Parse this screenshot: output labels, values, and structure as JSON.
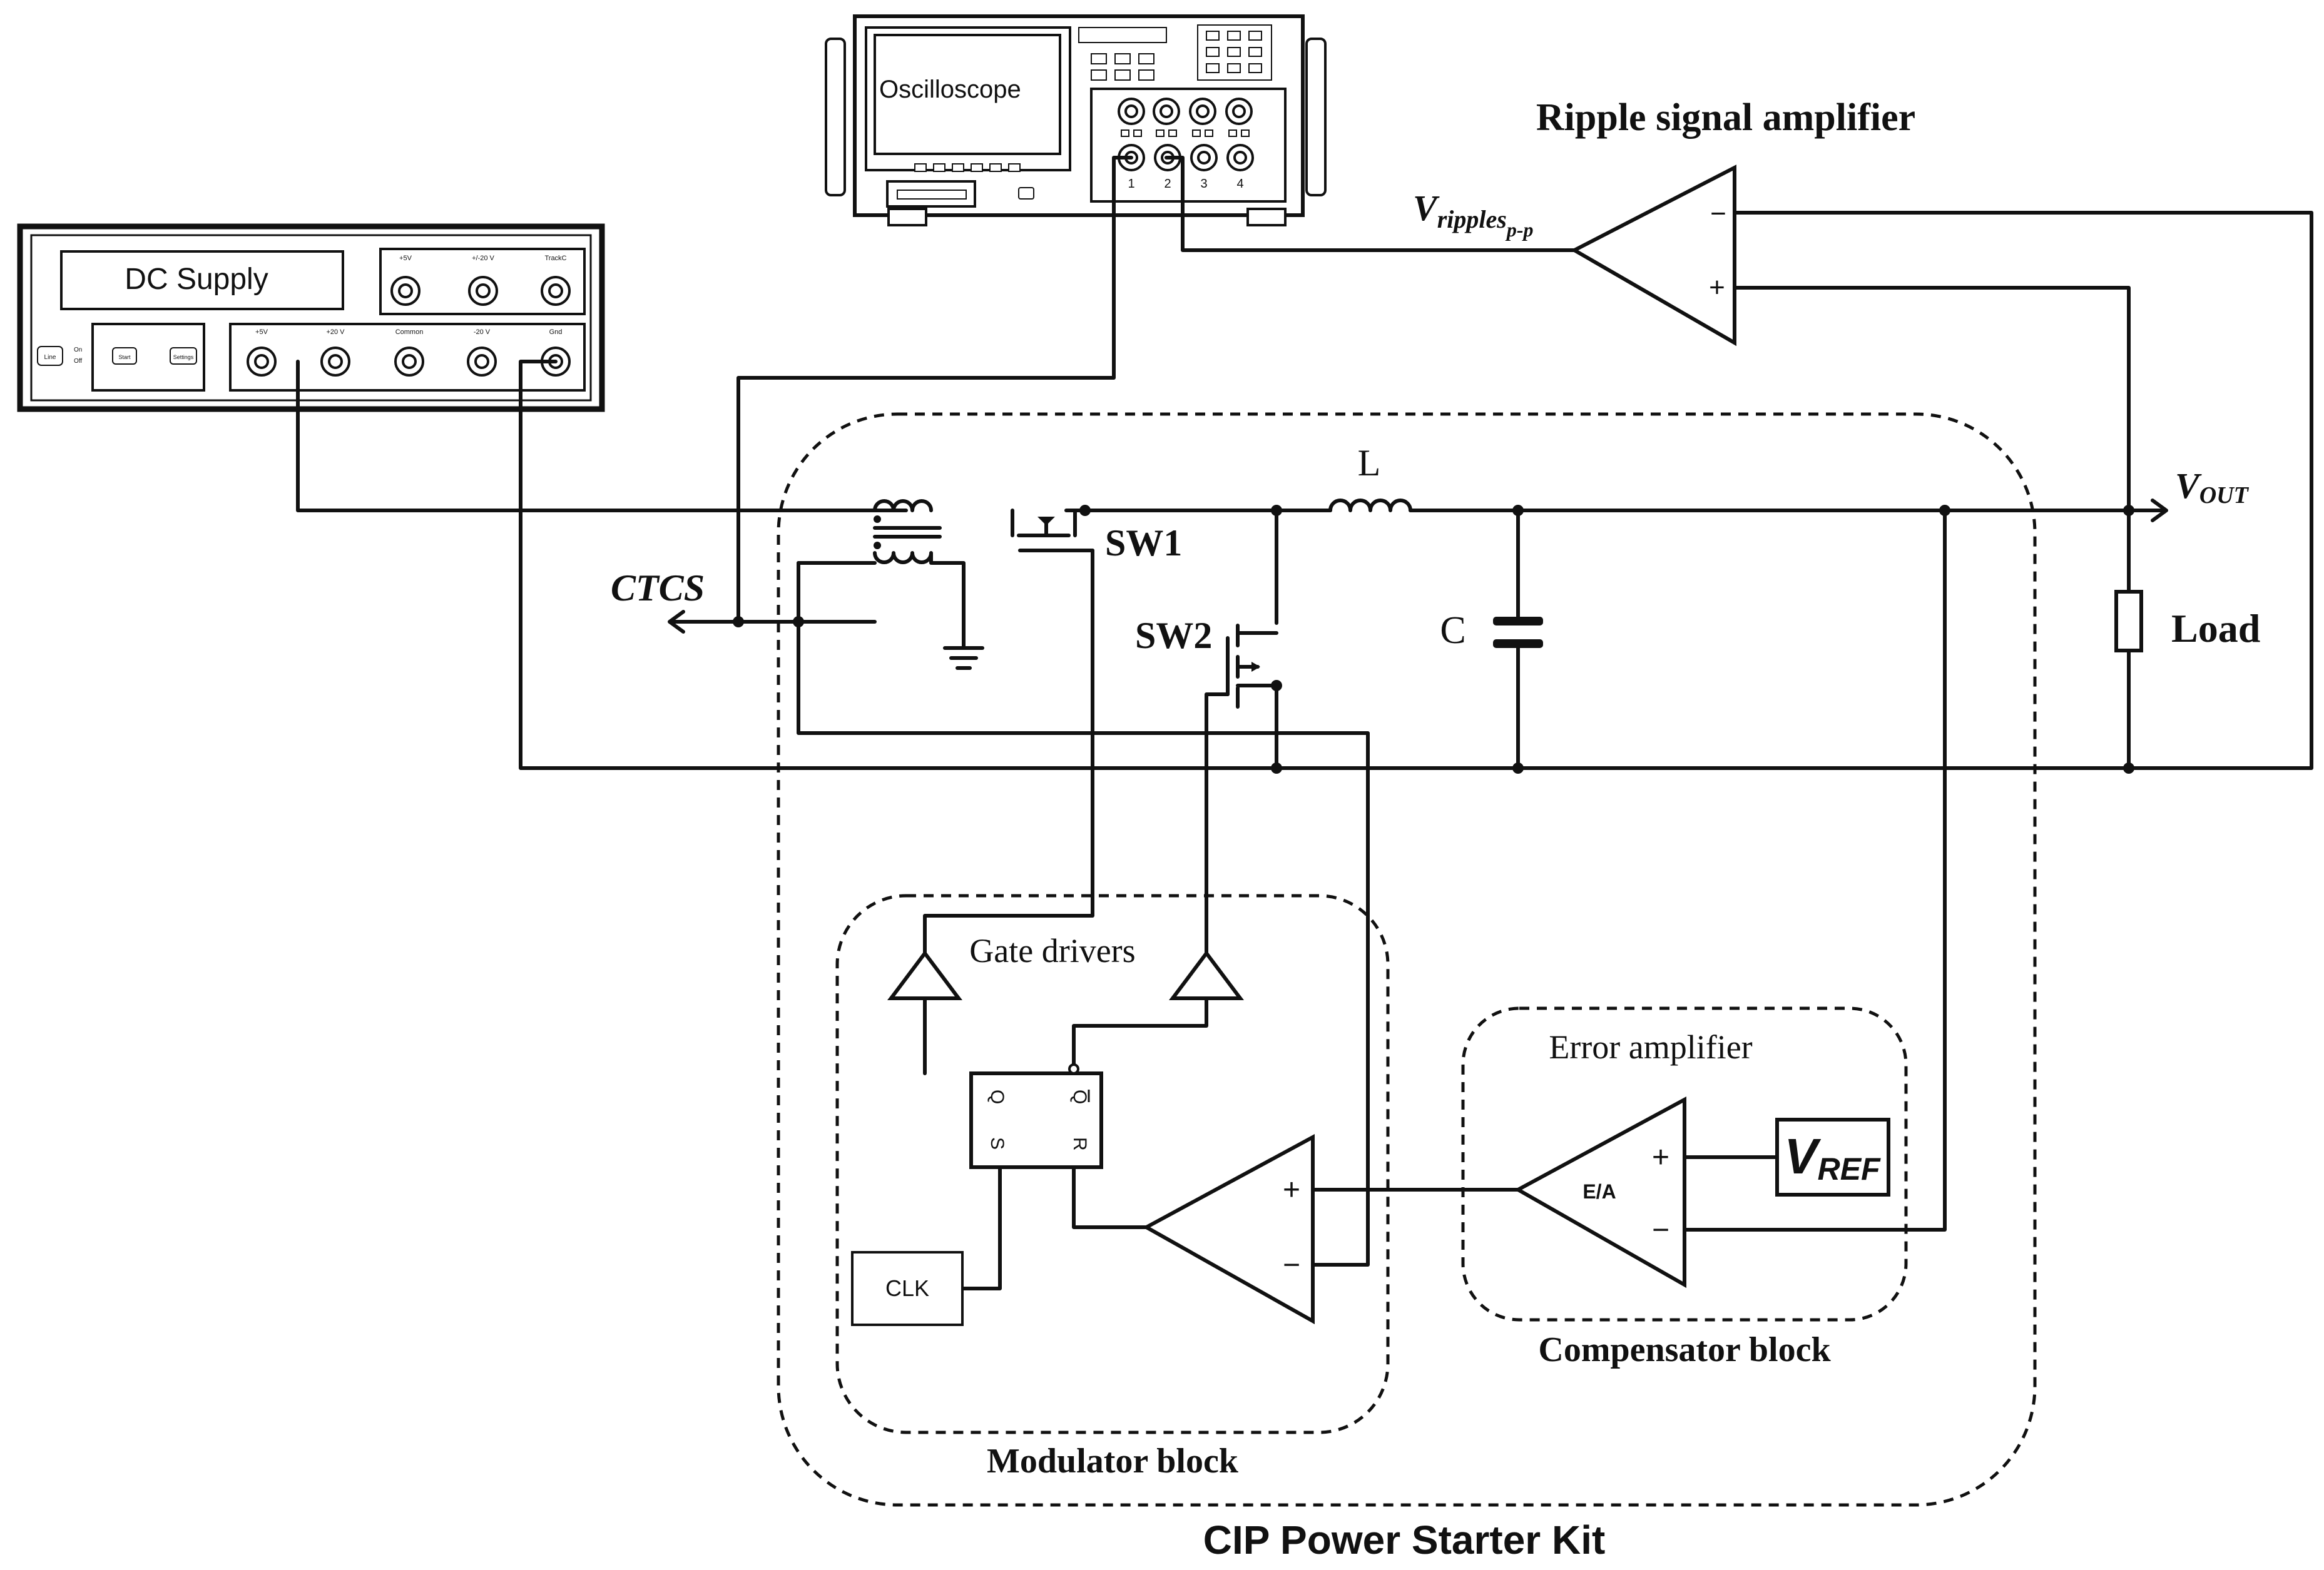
{
  "title": "CIP Power Starter Kit",
  "instruments": {
    "dc_supply": {
      "label": "DC Supply",
      "top_jacks": [
        "+5V",
        "+/-20 V",
        "TrackC"
      ],
      "bottom_jacks": [
        "+5V",
        "+20 V",
        "Common",
        "-20 V",
        "Gnd"
      ],
      "switch_label": "Line",
      "on_label": "On",
      "off_label": "Off",
      "btn1": "Start",
      "btn2": "Settings"
    },
    "oscilloscope": {
      "label": "Oscilloscope",
      "channels": [
        "1",
        "2",
        "3",
        "4"
      ]
    }
  },
  "blocks": {
    "ripple_amplifier": "Ripple signal amplifier",
    "gate_drivers": "Gate drivers",
    "error_amplifier": "Error amplifier",
    "modulator": "Modulator block",
    "compensator": "Compensator block"
  },
  "signals": {
    "v_ripple_main": "V",
    "v_ripple_sub": "ripples",
    "v_ripple_subsub": "p-p",
    "v_out_main": "V",
    "v_out_sub": "OUT",
    "ctcs": "CTCS",
    "v_ref_main": "V",
    "v_ref_sub": "REF"
  },
  "components": {
    "sw1": "SW1",
    "sw2": "SW2",
    "inductor": "L",
    "capacitor": "C",
    "load": "Load",
    "ea": "E/A",
    "clk": "CLK",
    "ff_q": "Q",
    "ff_qbar": "Q",
    "ff_s": "S",
    "ff_r": "R",
    "plus": "+",
    "minus": "−"
  }
}
